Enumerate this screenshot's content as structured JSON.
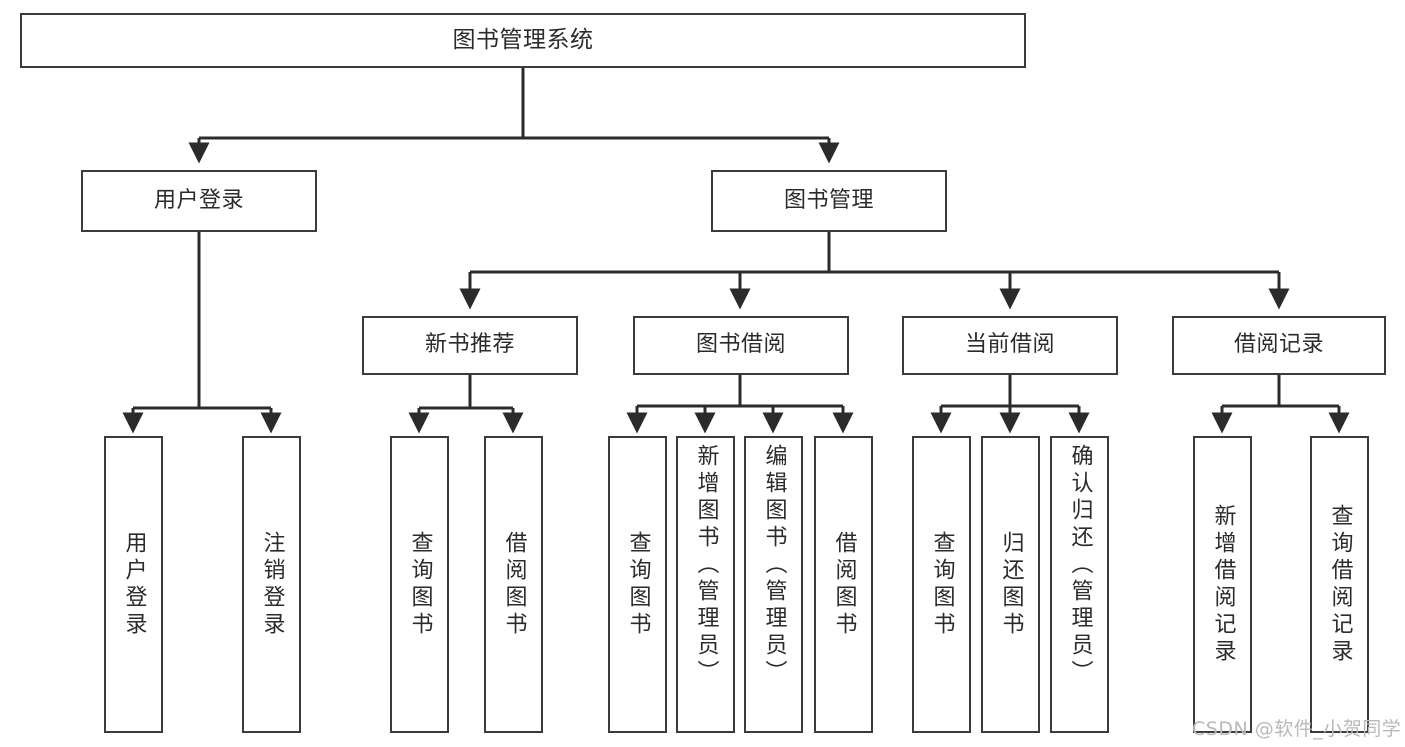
{
  "diagram": {
    "title": "图书管理系统",
    "type": "hierarchy-tree",
    "style": {
      "box_border": "#3b3b3b",
      "box_fill": "#ffffff",
      "text_color": "#2b2b2b",
      "edge_color": "#2b2b2b",
      "background": "#ffffff"
    },
    "root": {
      "label": "图书管理系统"
    },
    "level2": [
      {
        "label": "用户登录"
      },
      {
        "label": "图书管理"
      }
    ],
    "level3": [
      {
        "label": "新书推荐"
      },
      {
        "label": "图书借阅"
      },
      {
        "label": "当前借阅"
      },
      {
        "label": "借阅记录"
      }
    ],
    "leaves": {
      "user_login": [
        {
          "label": "用户登录"
        },
        {
          "label": "注销登录"
        }
      ],
      "new_book_recommend": [
        {
          "label": "查询图书"
        },
        {
          "label": "借阅图书"
        }
      ],
      "book_borrow": [
        {
          "label": "查询图书"
        },
        {
          "label": "新增图书（管理员）"
        },
        {
          "label": "编辑图书（管理员）"
        },
        {
          "label": "借阅图书"
        }
      ],
      "current_borrow": [
        {
          "label": "查询图书"
        },
        {
          "label": "归还图书"
        },
        {
          "label": "确认归还（管理员）"
        }
      ],
      "borrow_record": [
        {
          "label": "新增借阅记录"
        },
        {
          "label": "查询借阅记录"
        }
      ]
    }
  },
  "watermark": {
    "text": "CSDN @软件_小贺同学"
  }
}
